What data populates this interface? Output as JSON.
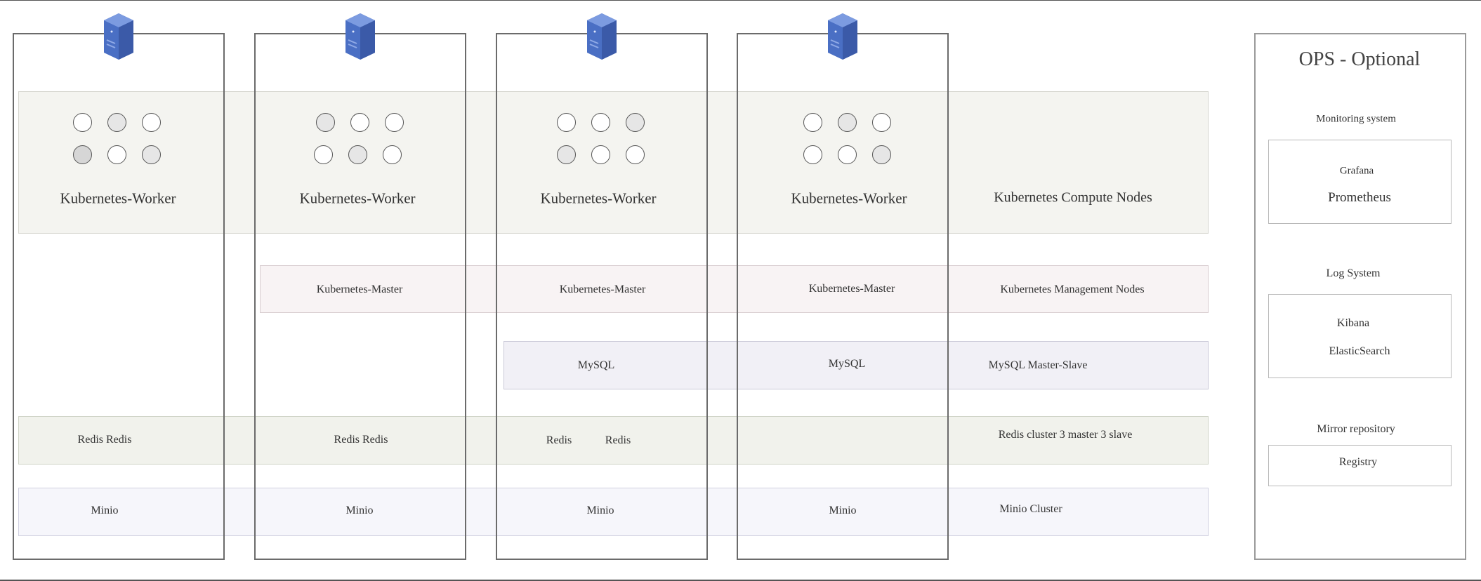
{
  "diagram": {
    "workers": [
      {
        "label": "Kubernetes-Worker"
      },
      {
        "label": "Kubernetes-Worker"
      },
      {
        "label": "Kubernetes-Worker"
      },
      {
        "label": "Kubernetes-Worker"
      }
    ],
    "masters": [
      "Kubernetes-Master",
      "Kubernetes-Master",
      "Kubernetes-Master"
    ],
    "mysql": [
      "MySQL",
      "MySQL"
    ],
    "redis": [
      "Redis Redis",
      "Redis  Redis",
      "Redis",
      "Redis"
    ],
    "minio": [
      "Minio",
      "Minio",
      "Minio",
      "Minio"
    ],
    "layers": {
      "compute": "Kubernetes Compute Nodes",
      "management": "Kubernetes Management Nodes",
      "mysql": "MySQL Master-Slave",
      "redis": "Redis cluster 3 master 3 slave",
      "minio": "Minio Cluster"
    },
    "ops": {
      "title": "OPS - Optional",
      "monitoring": {
        "heading": "Monitoring system",
        "items": [
          "Grafana",
          "Prometheus"
        ]
      },
      "logging": {
        "heading": "Log System",
        "items": [
          "Kibana",
          "ElasticSearch"
        ]
      },
      "mirror": {
        "heading": "Mirror repository",
        "items": [
          "Registry"
        ]
      }
    },
    "colors": {
      "server_icon": "#4a6fc4",
      "server_border": "#6b6b6b",
      "worker_band": "#f4f4f0",
      "master_band": "#f8f3f4",
      "mysql_band": "#f1f0f6",
      "redis_band": "#f1f2ec",
      "minio_band": "#f6f6fb"
    }
  }
}
